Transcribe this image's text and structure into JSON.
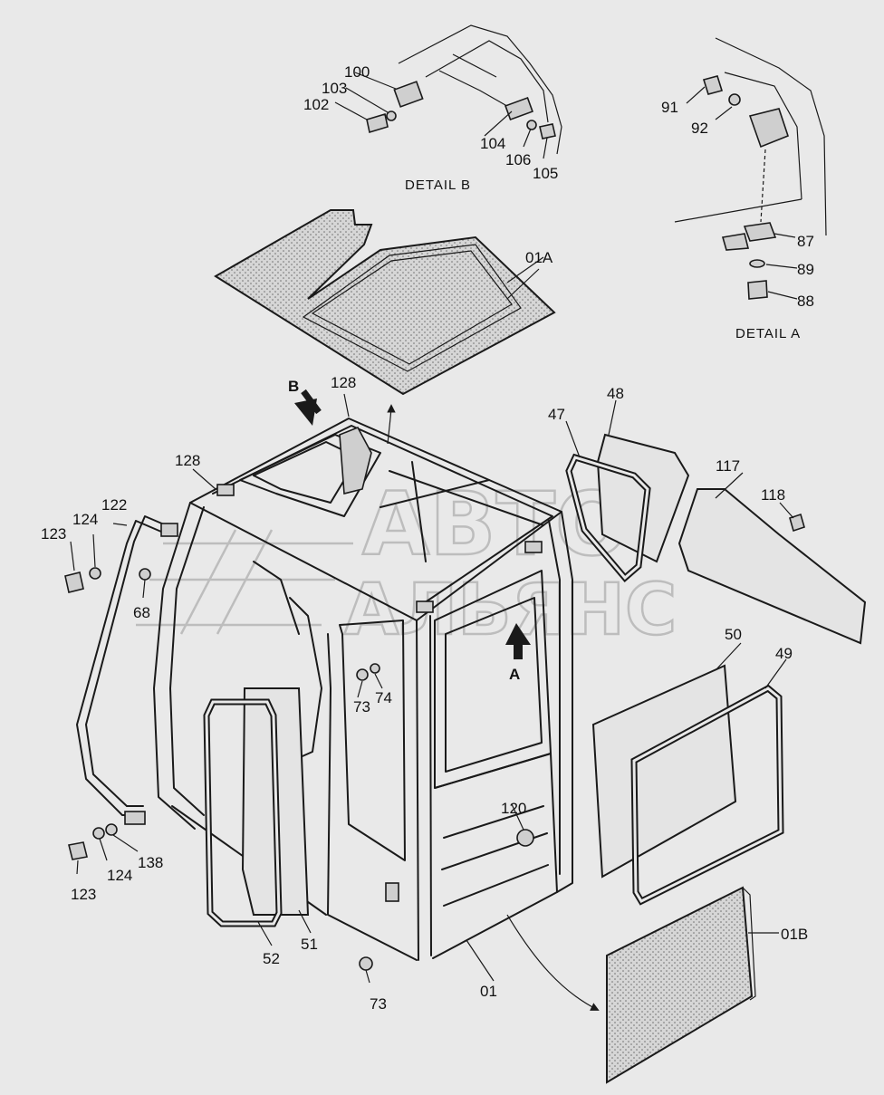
{
  "diagram": {
    "title": "",
    "detail_a_label": "DETAIL A",
    "detail_b_label": "DETAIL B",
    "view_marker_a": "A",
    "view_marker_b": "B",
    "watermark_line1": "АВТО",
    "watermark_line2": "АЛЬЯНС",
    "colors": {
      "line": "#1a1a1a",
      "background": "#e9e9e9",
      "watermark": "#bdbdbd"
    },
    "callouts": [
      "100",
      "103",
      "102",
      "104",
      "106",
      "105",
      "91",
      "92",
      "87",
      "89",
      "88",
      "01A",
      "128",
      "128",
      "47",
      "48",
      "117",
      "118",
      "122",
      "123",
      "124",
      "68",
      "73",
      "74",
      "50",
      "49",
      "120",
      "138",
      "124",
      "123",
      "52",
      "51",
      "73",
      "01",
      "01B"
    ]
  }
}
